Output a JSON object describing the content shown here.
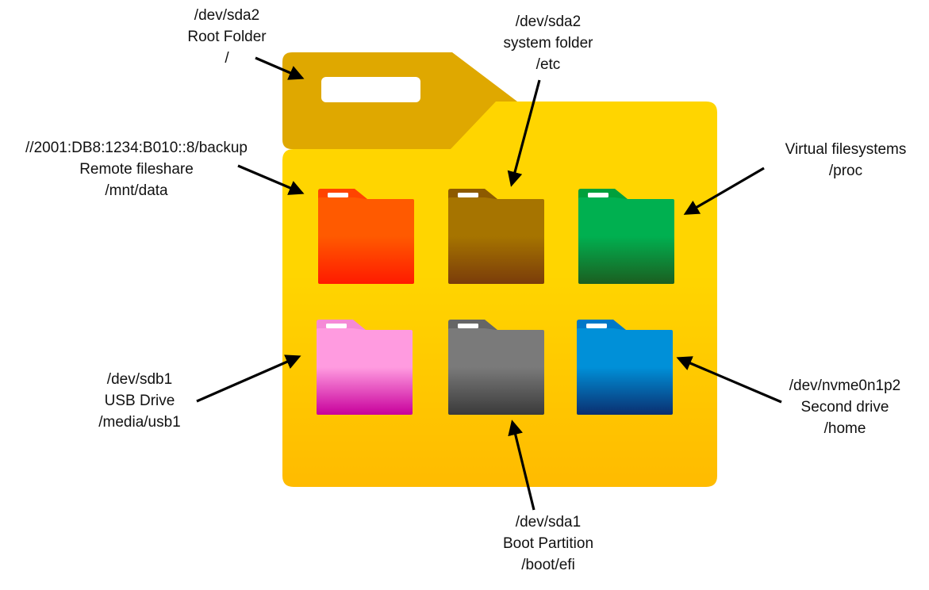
{
  "folders": [
    {
      "key": "root",
      "role": "big-folder",
      "icon": "folder-icon",
      "top_color": "#ffd500",
      "bottom_color": "#ffbb00",
      "back_color": "#dfa800",
      "lines": [
        "/dev/sda2",
        "Root Folder",
        "/"
      ]
    },
    {
      "key": "etc",
      "role": "small-folder",
      "icon": "folder-icon",
      "top_color": "#a67400",
      "bottom_color": "#7a3c0a",
      "back_color": "#8d5a00",
      "lines": [
        "/dev/sda2",
        "system folder",
        "/etc"
      ]
    },
    {
      "key": "backup",
      "role": "small-folder",
      "icon": "folder-icon",
      "top_color": "#ff5a00",
      "bottom_color": "#ff1a00",
      "back_color": "#ff4400",
      "lines": [
        "//2001:DB8:1234:B010::8/backup",
        "Remote fileshare",
        "/mnt/data"
      ]
    },
    {
      "key": "proc",
      "role": "small-folder",
      "icon": "folder-icon",
      "top_color": "#00b050",
      "bottom_color": "#1b5e20",
      "back_color": "#00a03c",
      "lines": [
        "Virtual filesystems",
        "/proc"
      ]
    },
    {
      "key": "usb",
      "role": "small-folder",
      "icon": "folder-icon",
      "top_color": "#ff9be0",
      "bottom_color": "#c8009c",
      "back_color": "#f58ad6",
      "lines": [
        "/dev/sdb1",
        "USB Drive",
        "/media/usb1"
      ]
    },
    {
      "key": "boot",
      "role": "small-folder",
      "icon": "folder-icon",
      "top_color": "#7a7a7a",
      "bottom_color": "#3a3a3a",
      "back_color": "#666666",
      "lines": [
        "/dev/sda1",
        "Boot Partition",
        "/boot/efi"
      ]
    },
    {
      "key": "home",
      "role": "small-folder",
      "icon": "folder-icon",
      "top_color": "#0090d8",
      "bottom_color": "#0a2f70",
      "back_color": "#0078c8",
      "lines": [
        "/dev/nvme0n1p2",
        "Second drive",
        "/home"
      ]
    }
  ],
  "colors": {
    "arrow": "#000000",
    "tab_slot": "#ffffff"
  }
}
